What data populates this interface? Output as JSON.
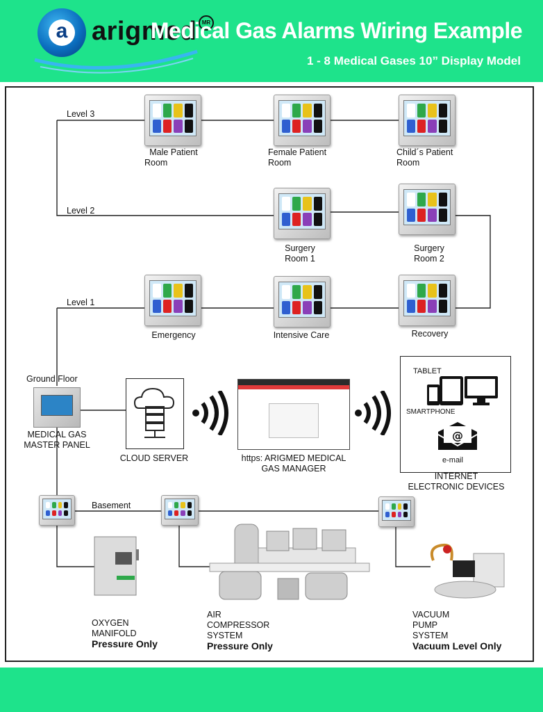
{
  "header": {
    "logo_letter": "a",
    "logo_text": "arigmed",
    "logo_mark": "MR",
    "title": "Medical Gas Alarms Wiring Example",
    "subtitle": "1 - 8 Medical Gases 10” Display Model"
  },
  "levels": {
    "level3": "Level 3",
    "level2": "Level 2",
    "level1": "Level 1",
    "ground": "Ground Floor",
    "basement": "Basement"
  },
  "rooms": {
    "male_l1": "Male Patient",
    "male_l2": "Room",
    "female_l1": "Female Patient",
    "female_l2": "Room",
    "child_l1": "Child´s Patient",
    "child_l2": "Room",
    "surg1_l1": "Surgery",
    "surg1_l2": "Room 1",
    "surg2_l1": "Surgery",
    "surg2_l2": "Room 2",
    "emergency": "Emergency",
    "intensive": "Intensive Care",
    "recovery": "Recovery"
  },
  "ground": {
    "master_l1": "MEDICAL GAS",
    "master_l2": "MASTER PANEL",
    "cloud": "CLOUD SERVER",
    "manager_l1": "https: ARIGMED MEDICAL",
    "manager_l2": "GAS MANAGER",
    "tablet": "TABLET",
    "pc": "PC",
    "smartphone": "SMARTPHONE",
    "email": "e-mail",
    "internet_l1": "INTERNET",
    "internet_l2": "ELECTRONIC DEVICES"
  },
  "basement_equipment": {
    "oxygen_l1": "OXYGEN",
    "oxygen_l2": "MANIFOLD",
    "oxygen_note": "Pressure Only",
    "air_l1": "AIR",
    "air_l2": "COMPRESSOR",
    "air_l3": "SYSTEM",
    "air_note": "Pressure Only",
    "vac_l1": "VACUUM",
    "vac_l2": "PUMP",
    "vac_l3": "SYSTEM",
    "vac_note": "Vacuum Level Only"
  },
  "colors": {
    "brand_green": "#1ee38b",
    "logo_blue": "#0b6fc0",
    "line": "#222222"
  }
}
